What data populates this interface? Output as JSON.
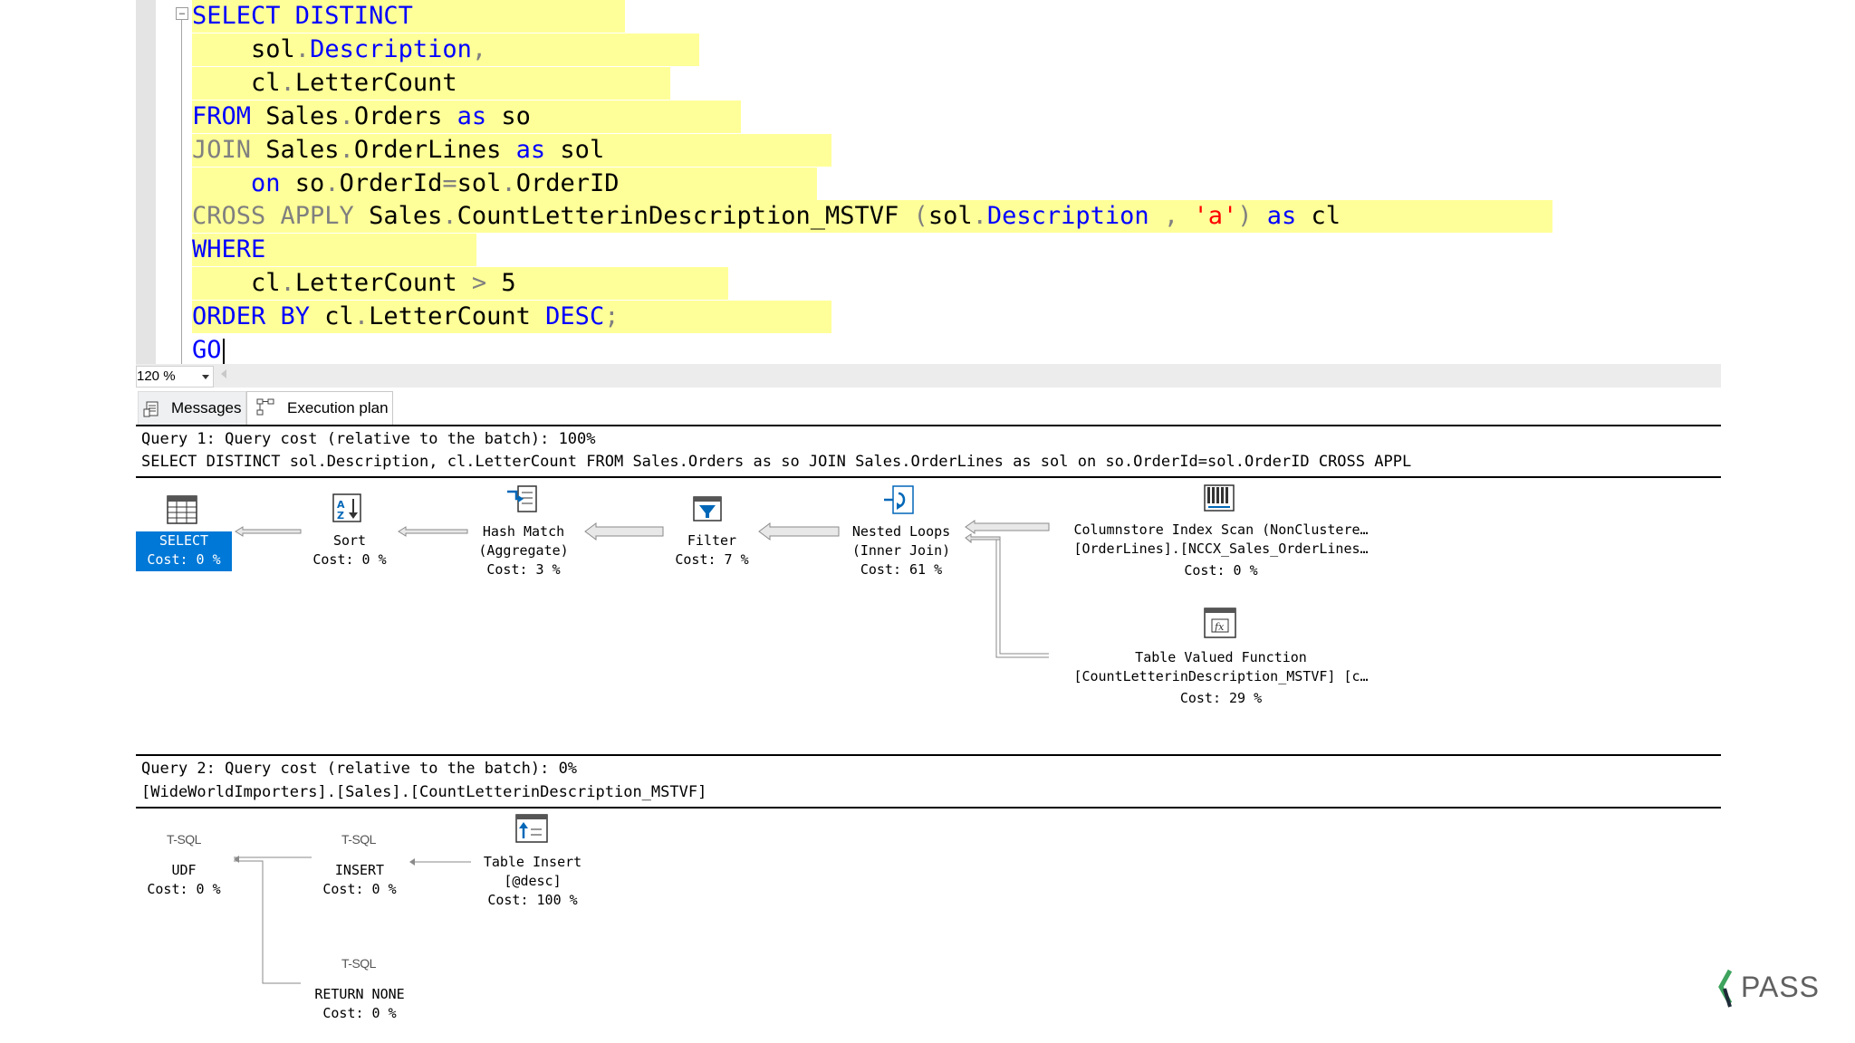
{
  "editor": {
    "lines": [
      {
        "tokens": [
          {
            "t": "SELECT DISTINCT",
            "c": "kw"
          }
        ]
      },
      {
        "tokens": [
          {
            "t": "    sol",
            "c": "id"
          },
          {
            "t": ".",
            "c": "gray"
          },
          {
            "t": "Description",
            "c": "kw"
          },
          {
            "t": ",",
            "c": "gray"
          }
        ]
      },
      {
        "tokens": [
          {
            "t": "    cl",
            "c": "id"
          },
          {
            "t": ".",
            "c": "gray"
          },
          {
            "t": "LetterCount",
            "c": "id"
          }
        ]
      },
      {
        "tokens": [
          {
            "t": "FROM",
            "c": "kw"
          },
          {
            "t": " Sales",
            "c": "id"
          },
          {
            "t": ".",
            "c": "gray"
          },
          {
            "t": "Orders ",
            "c": "id"
          },
          {
            "t": "as",
            "c": "kw"
          },
          {
            "t": " so",
            "c": "id"
          }
        ]
      },
      {
        "tokens": [
          {
            "t": "JOIN",
            "c": "gray"
          },
          {
            "t": " Sales",
            "c": "id"
          },
          {
            "t": ".",
            "c": "gray"
          },
          {
            "t": "OrderLines ",
            "c": "id"
          },
          {
            "t": "as",
            "c": "kw"
          },
          {
            "t": " sol",
            "c": "id"
          }
        ]
      },
      {
        "tokens": [
          {
            "t": "    on",
            "c": "kw"
          },
          {
            "t": " so",
            "c": "id"
          },
          {
            "t": ".",
            "c": "gray"
          },
          {
            "t": "OrderId",
            "c": "id"
          },
          {
            "t": "=",
            "c": "gray"
          },
          {
            "t": "sol",
            "c": "id"
          },
          {
            "t": ".",
            "c": "gray"
          },
          {
            "t": "OrderID",
            "c": "id"
          }
        ]
      },
      {
        "tokens": [
          {
            "t": "CROSS APPLY",
            "c": "gray"
          },
          {
            "t": " Sales",
            "c": "id"
          },
          {
            "t": ".",
            "c": "gray"
          },
          {
            "t": "CountLetterinDescription_MSTVF ",
            "c": "id"
          },
          {
            "t": "(",
            "c": "gray"
          },
          {
            "t": "sol",
            "c": "id"
          },
          {
            "t": ".",
            "c": "gray"
          },
          {
            "t": "Description",
            "c": "kw"
          },
          {
            "t": " , ",
            "c": "gray"
          },
          {
            "t": "'a'",
            "c": "str"
          },
          {
            "t": ") ",
            "c": "gray"
          },
          {
            "t": "as",
            "c": "kw"
          },
          {
            "t": " cl",
            "c": "id"
          }
        ]
      },
      {
        "tokens": [
          {
            "t": "WHERE",
            "c": "kw"
          }
        ]
      },
      {
        "tokens": [
          {
            "t": "    cl",
            "c": "id"
          },
          {
            "t": ".",
            "c": "gray"
          },
          {
            "t": "LetterCount ",
            "c": "id"
          },
          {
            "t": ">",
            "c": "gray"
          },
          {
            "t": " 5",
            "c": "id"
          }
        ]
      },
      {
        "tokens": [
          {
            "t": "ORDER BY",
            "c": "kw"
          },
          {
            "t": " cl",
            "c": "id"
          },
          {
            "t": ".",
            "c": "gray"
          },
          {
            "t": "LetterCount ",
            "c": "id"
          },
          {
            "t": "DESC",
            "c": "kw"
          },
          {
            "t": ";",
            "c": "gray"
          }
        ]
      },
      {
        "tokens": [
          {
            "t": "GO",
            "c": "kw"
          }
        ]
      }
    ]
  },
  "zoom": {
    "value": "120 %"
  },
  "tabs": {
    "messages": "Messages",
    "execution_plan": "Execution plan"
  },
  "query1": {
    "header": "Query 1: Query cost (relative to the batch): 100%",
    "sql": "SELECT DISTINCT sol.Description, cl.LetterCount FROM Sales.Orders as so JOIN Sales.OrderLines as sol on so.OrderId=sol.OrderID CROSS APPL",
    "nodes": {
      "select": {
        "l1": "SELECT",
        "l2": "Cost: 0 %"
      },
      "sort": {
        "l1": "Sort",
        "l2": "Cost: 0 %"
      },
      "hash": {
        "l1": "Hash Match",
        "l2": "(Aggregate)",
        "l3": "Cost: 3 %"
      },
      "filter": {
        "l1": "Filter",
        "l2": "Cost: 7 %"
      },
      "nested": {
        "l1": "Nested Loops",
        "l2": "(Inner Join)",
        "l3": "Cost: 61 %"
      },
      "colscan": {
        "l1": "Columnstore Index Scan (NonClustere…",
        "l2": "[OrderLines].[NCCX_Sales_OrderLines…",
        "l3": "Cost: 0 %"
      },
      "tvf": {
        "l1": "Table Valued Function",
        "l2": "[CountLetterinDescription_MSTVF] [c…",
        "l3": "Cost: 29 %"
      }
    }
  },
  "query2": {
    "header": "Query 2: Query cost (relative to the batch): 0%",
    "sql": "[WideWorldImporters].[Sales].[CountLetterinDescription_MSTVF]",
    "nodes": {
      "udf": {
        "tag": "T-SQL",
        "l1": "UDF",
        "l2": "Cost: 0 %"
      },
      "insert": {
        "tag": "T-SQL",
        "l1": "INSERT",
        "l2": "Cost: 0 %"
      },
      "table_insert": {
        "l1": "Table Insert",
        "l2": "[@desc]",
        "l3": "Cost: 100 %"
      },
      "return": {
        "tag": "T-SQL",
        "l1": "RETURN NONE",
        "l2": "Cost: 0 %"
      }
    }
  },
  "logo": {
    "text": "PASS"
  },
  "colors": {
    "highlight": "#ffff99",
    "keyword": "#0000ff",
    "operator": "#808080",
    "string": "#ff0000",
    "selected": "#0078d7"
  }
}
